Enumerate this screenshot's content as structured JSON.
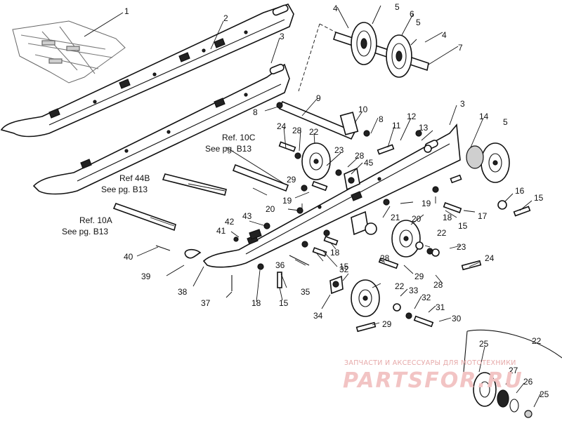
{
  "diagram": {
    "callouts": [
      {
        "id": "c1",
        "text": "1"
      },
      {
        "id": "c2",
        "text": "2"
      },
      {
        "id": "c3a",
        "text": "3"
      },
      {
        "id": "c3b",
        "text": "3"
      },
      {
        "id": "c4a",
        "text": "4"
      },
      {
        "id": "c4b",
        "text": "4"
      },
      {
        "id": "c5a",
        "text": "5"
      },
      {
        "id": "c5b",
        "text": "5"
      },
      {
        "id": "c5c",
        "text": "5"
      },
      {
        "id": "c6",
        "text": "6"
      },
      {
        "id": "c7",
        "text": "7"
      },
      {
        "id": "c8a",
        "text": "8"
      },
      {
        "id": "c8b",
        "text": "8"
      },
      {
        "id": "c9",
        "text": "9"
      },
      {
        "id": "c10",
        "text": "10"
      },
      {
        "id": "c11",
        "text": "11"
      },
      {
        "id": "c12",
        "text": "12"
      },
      {
        "id": "c13",
        "text": "13"
      },
      {
        "id": "c14",
        "text": "14"
      },
      {
        "id": "c15a",
        "text": "15"
      },
      {
        "id": "c15b",
        "text": "15"
      },
      {
        "id": "c15c",
        "text": "15"
      },
      {
        "id": "c15d",
        "text": "15"
      },
      {
        "id": "c16",
        "text": "16"
      },
      {
        "id": "c17",
        "text": "17"
      },
      {
        "id": "c18a",
        "text": "18"
      },
      {
        "id": "c18b",
        "text": "18"
      },
      {
        "id": "c18c",
        "text": "18"
      },
      {
        "id": "c19a",
        "text": "19"
      },
      {
        "id": "c19b",
        "text": "19"
      },
      {
        "id": "c20a",
        "text": "20"
      },
      {
        "id": "c20b",
        "text": "20"
      },
      {
        "id": "c21",
        "text": "21"
      },
      {
        "id": "c22a",
        "text": "22"
      },
      {
        "id": "c22b",
        "text": "22"
      },
      {
        "id": "c22c",
        "text": "22"
      },
      {
        "id": "c22d",
        "text": "22"
      },
      {
        "id": "c23a",
        "text": "23"
      },
      {
        "id": "c23b",
        "text": "23"
      },
      {
        "id": "c24a",
        "text": "24"
      },
      {
        "id": "c24b",
        "text": "24"
      },
      {
        "id": "c25a",
        "text": "25"
      },
      {
        "id": "c25b",
        "text": "25"
      },
      {
        "id": "c26",
        "text": "26"
      },
      {
        "id": "c27",
        "text": "27"
      },
      {
        "id": "c28a",
        "text": "28"
      },
      {
        "id": "c28b",
        "text": "28"
      },
      {
        "id": "c28c",
        "text": "28"
      },
      {
        "id": "c28d",
        "text": "28"
      },
      {
        "id": "c29a",
        "text": "29"
      },
      {
        "id": "c29b",
        "text": "29"
      },
      {
        "id": "c29c",
        "text": "29"
      },
      {
        "id": "c30",
        "text": "30"
      },
      {
        "id": "c31",
        "text": "31"
      },
      {
        "id": "c32a",
        "text": "32"
      },
      {
        "id": "c32b",
        "text": "32"
      },
      {
        "id": "c33",
        "text": "33"
      },
      {
        "id": "c34",
        "text": "34"
      },
      {
        "id": "c35",
        "text": "35"
      },
      {
        "id": "c36",
        "text": "36"
      },
      {
        "id": "c37",
        "text": "37"
      },
      {
        "id": "c38",
        "text": "38"
      },
      {
        "id": "c39",
        "text": "39"
      },
      {
        "id": "c40",
        "text": "40"
      },
      {
        "id": "c41",
        "text": "41"
      },
      {
        "id": "c42",
        "text": "42"
      },
      {
        "id": "c43",
        "text": "43"
      },
      {
        "id": "c45",
        "text": "45"
      }
    ],
    "references": {
      "ref10c_line1": "Ref. 10C",
      "ref10c_line2": "See pg. B13",
      "ref44b_line1": "Ref 44B",
      "ref44b_line2": "See pg. B13",
      "ref10a_line1": "Ref. 10A",
      "ref10a_line2": "See pg. B13"
    }
  },
  "watermark": {
    "caption": "ЗАПЧАСТИ И АКСЕССУАРЫ ДЛЯ МОТОТЕХНИКИ",
    "brand": "PARTSFOR.RU"
  }
}
